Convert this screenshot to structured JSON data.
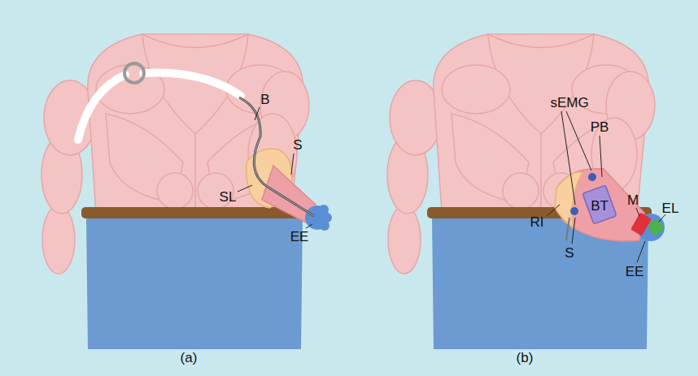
{
  "diagram": {
    "labels": [
      "B",
      "S",
      "SL",
      "EE",
      "(a)",
      "sEMG",
      "PB",
      "M",
      "EL",
      "RI",
      "S",
      "BT",
      "EE",
      "(b)"
    ]
  }
}
